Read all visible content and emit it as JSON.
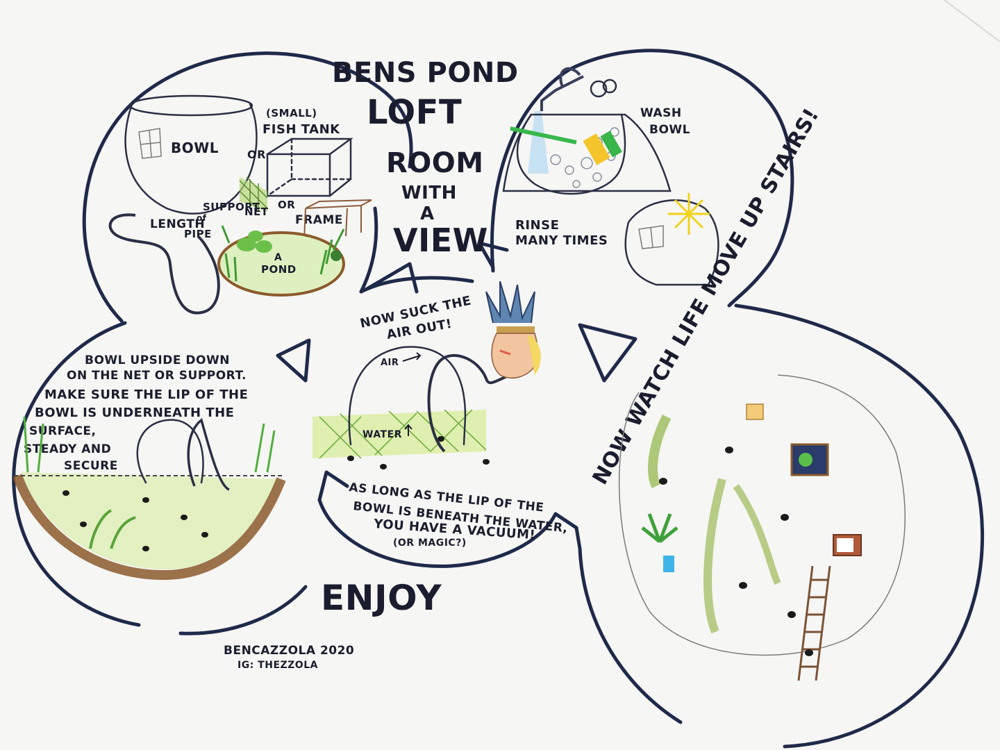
{
  "title": {
    "line1": "BENS POND",
    "line2": "LOFT",
    "line3": "ROOM",
    "line4": "WITH",
    "line5": "A",
    "line6": "VIEW"
  },
  "step1": {
    "bowl": "BOWL",
    "or1": "OR",
    "small": "(SMALL)",
    "fish_tank": "FISH TANK",
    "length_of": "LENGTH",
    "of": "of",
    "pipe": "PIPE",
    "support": "SUPPORT",
    "net": "NET",
    "or2": "OR",
    "frame": "FRAME",
    "a": "A",
    "pond": "POND"
  },
  "step2": {
    "wash": "WASH",
    "bowl": "BOWL",
    "rinse": "RINSE",
    "many_times": "MANY TIMES"
  },
  "step3": {
    "line1": "BOWL UPSIDE DOWN",
    "line2": "ON THE NET OR SUPPORT.",
    "line3": "MAKE SURE THE LIP OF THE",
    "line4": "BOWL IS UNDERNEATH THE",
    "line5": "SURFACE,",
    "line6": "STEADY AND",
    "line7": "SECURE"
  },
  "step4": {
    "line1": "NOW SUCK THE",
    "line2": "AIR OUT!",
    "air": "AIR",
    "water": "WATER",
    "note1": "AS LONG AS THE LIP OF THE",
    "note2": "BOWL IS BENEATH THE WATER,",
    "note3": "YOU HAVE A VACUUM!",
    "note4": "(OR MAGIC?)"
  },
  "step5": {
    "caption": "NOW WATCH LIFE MOVE UP STAIRS!"
  },
  "enjoy": "ENJOY",
  "credit1": "BENCAZZOLA 2020",
  "credit2": "IG: THEZZOLA",
  "colors": {
    "ink": "#1f2a4a",
    "grass": "#7cc142",
    "mud": "#8b5a2b",
    "plant": "#9bbd5a",
    "star": "#f2d21b"
  }
}
